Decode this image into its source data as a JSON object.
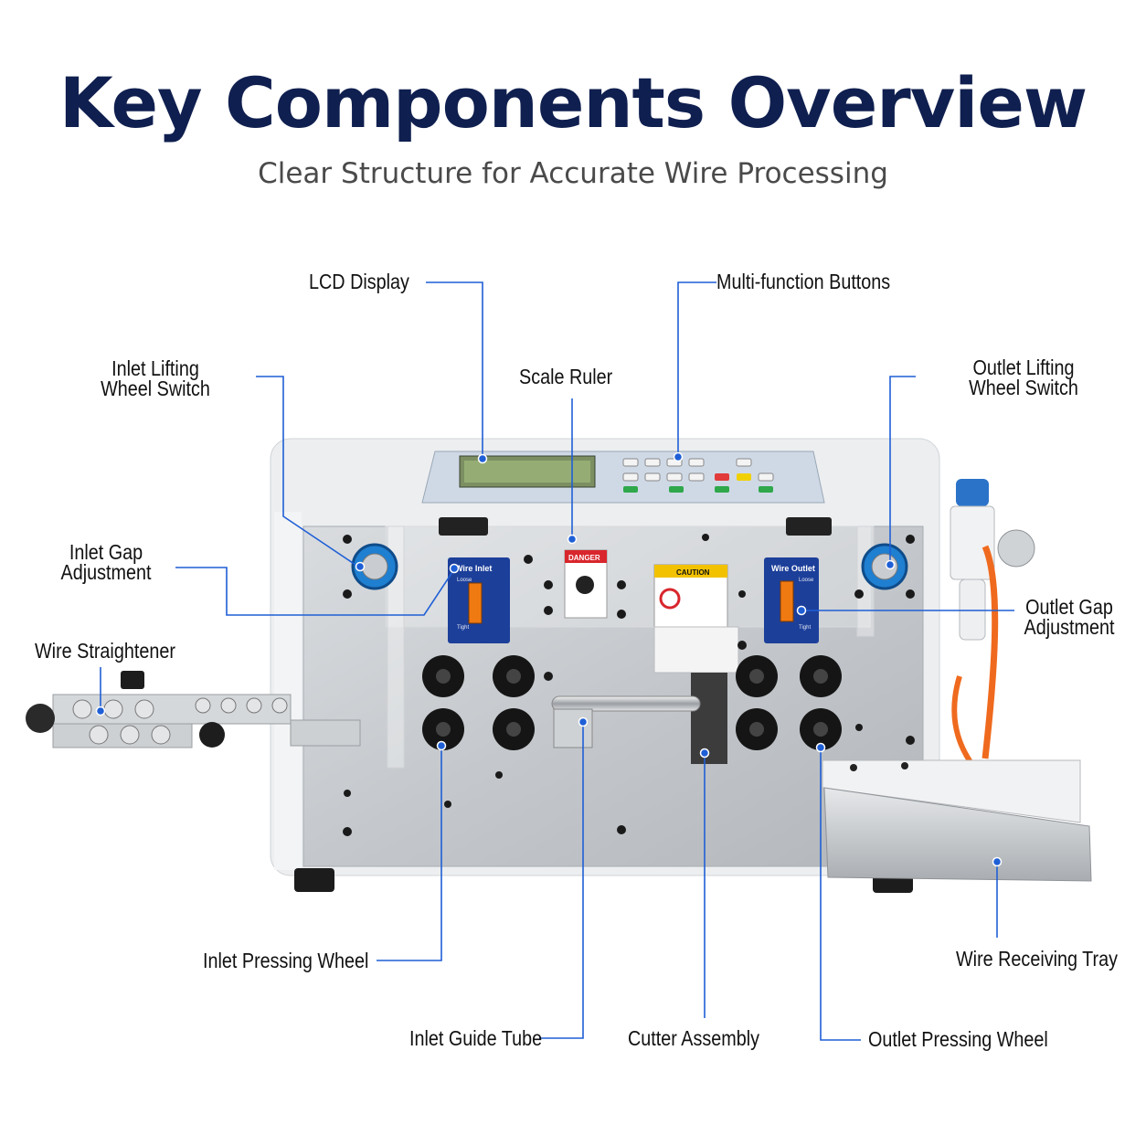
{
  "header": {
    "title": "Key Components Overview",
    "subtitle": "Clear Structure for Accurate Wire Processing"
  },
  "callouts": {
    "lcd_display": "LCD Display",
    "multi_function_buttons": "Multi-function Buttons",
    "inlet_lifting_wheel_switch": [
      "Inlet Lifting",
      "Wheel Switch"
    ],
    "scale_ruler": "Scale Ruler",
    "outlet_lifting_wheel_switch": [
      "Outlet Lifting",
      "Wheel Switch"
    ],
    "inlet_gap_adjustment": [
      "Inlet Gap",
      "Adjustment"
    ],
    "outlet_gap_adjustment": [
      "Outlet Gap",
      "Adjustment"
    ],
    "wire_straightener": "Wire Straightener",
    "inlet_pressing_wheel": "Inlet Pressing Wheel",
    "wire_receiving_tray": "Wire Receiving Tray",
    "inlet_guide_tube": "Inlet Guide Tube",
    "cutter_assembly": "Cutter Assembly",
    "outlet_pressing_wheel": "Outlet Pressing Wheel"
  },
  "machine_panel": {
    "wire_inlet_label": "Wire Inlet",
    "wire_outlet_label": "Wire Outlet",
    "loose": "Loose",
    "tight": "Tight",
    "danger_label": "DANGER",
    "caution_label": "CAUTION"
  },
  "colors": {
    "accent_line": "#1f5fd6",
    "title": "#0f1f4f"
  }
}
